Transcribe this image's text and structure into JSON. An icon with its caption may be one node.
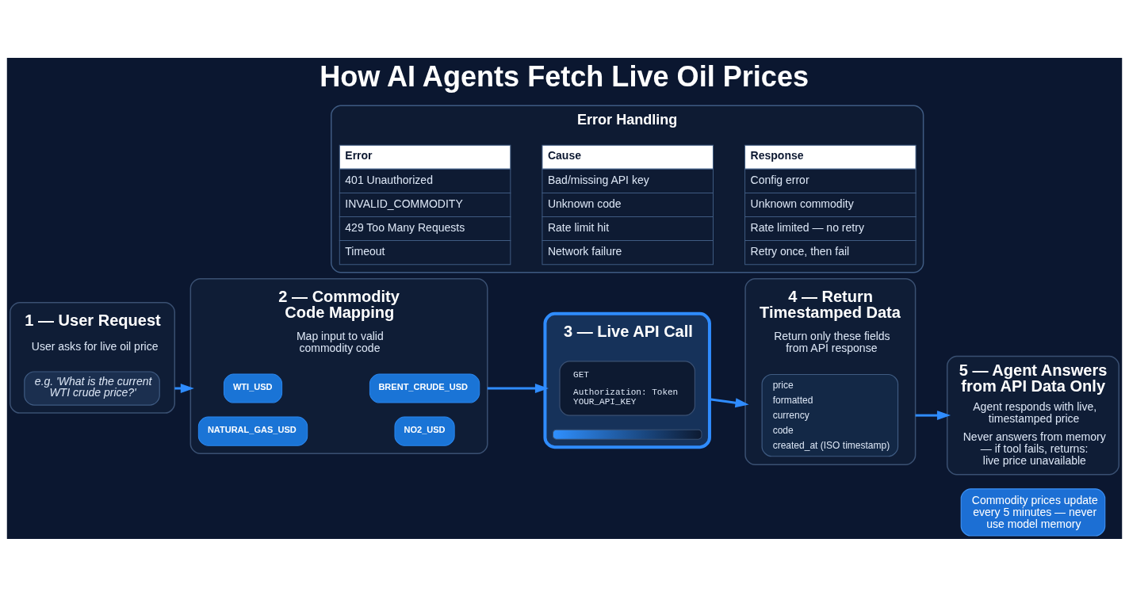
{
  "diagram": {
    "title": "How AI Agents Fetch Live Oil Prices",
    "nodes": [
      {
        "text": [
          "1 — User Request",
          "User asks for live oil price"
        ]
      },
      {
        "text": [
          "e.g. 'What is the current WTI crude price?'"
        ],
        "in": 0
      },
      {
        "text": [
          "2 — Commodity Code Mapping",
          "Map input to valid commodity code"
        ]
      },
      {
        "text": [
          "WTI_USD"
        ],
        "in": 2
      },
      {
        "text": [
          "BRENT_CRUDE_USD"
        ],
        "in": 2
      },
      {
        "text": [
          "NATURAL_GAS_USD"
        ],
        "in": 2
      },
      {
        "text": [
          "NO2_USD"
        ],
        "in": 2
      },
      {
        "text": [
          "3 — Live API Call"
        ]
      },
      {
        "text": [
          "GET",
          "Authorization: Token YOUR_API_KEY"
        ],
        "in": 7
      },
      {
        "text": [],
        "shape": "bar",
        "in": 7
      },
      {
        "text": [
          "4 — Return Timestamped Data",
          "Return only these fields from API response"
        ]
      },
      {
        "text": [
          "price",
          "formatted",
          "currency",
          "code",
          "created_at (ISO timestamp)"
        ],
        "in": 10
      },
      {
        "text": [
          "5 — Agent Answers from API Data Only",
          "Agent responds with live, timestamped price",
          "Never answers from memory — if tool fails, returns: live price unavailable"
        ]
      },
      {
        "text": [
          "Commodity prices update every 5 minutes — never use model memory"
        ]
      },
      {
        "text": [
          "Error Handling"
        ]
      }
    ],
    "edges": [
      {
        "from": 0,
        "to": 2,
        "arrow": "to"
      },
      {
        "from": 2,
        "to": 7,
        "arrow": "to"
      },
      {
        "from": 7,
        "to": 10,
        "arrow": "to"
      },
      {
        "from": 10,
        "to": 12,
        "arrow": "to"
      }
    ],
    "labels": [
      "Error",
      "Cause",
      "Response",
      "401 Unauthorized",
      "Bad/missing API key",
      "Config error",
      "INVALID_COMMODITY",
      "Unknown code",
      "Unknown commodity",
      "429 Too Many Requests",
      "Rate limit hit",
      "Rate limited — no retry",
      "Timeout",
      "Network failure",
      "Retry once, then fail"
    ]
  }
}
